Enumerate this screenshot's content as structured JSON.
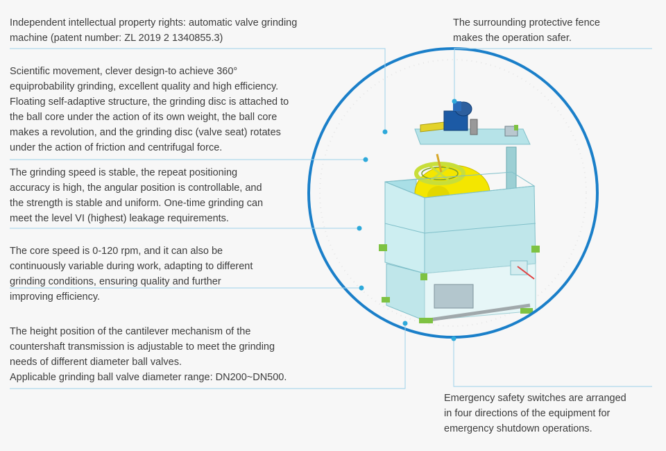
{
  "features": {
    "patent": "Independent intellectual property rights: automatic valve grinding\nmachine (patent number: ZL 2019 2 1340855.3)",
    "movement": "Scientific movement, clever design-to achieve 360°\nequiprobability grinding, excellent quality and high efficiency.\nFloating self-adaptive structure, the grinding disc is attached to\nthe ball core under the action of its own weight, the ball core\nmakes a revolution, and the grinding disc (valve seat) rotates\nunder the action of friction and centrifugal force.",
    "speed_stability": "The grinding speed is stable, the repeat positioning\naccuracy is high, the angular position is controllable, and\nthe strength is stable and uniform. One-time grinding can\nmeet the level VI (highest) leakage requirements.",
    "core_speed": "The core speed is 0-120 rpm, and it can also be\ncontinuously variable during work, adapting to different\ngrinding conditions, ensuring quality and further\nimproving efficiency.",
    "cantilever": "The height position of the cantilever mechanism of the\ncountershaft transmission is adjustable to meet the grinding\nneeds of different diameter ball valves.",
    "diameter_range": "Applicable grinding ball valve diameter range: DN200~DN500.",
    "fence": "The surrounding protective fence\nmakes the operation safer.",
    "safety_switches": "Emergency safety switches are arranged\nin four directions of the equipment for\nemergency shutdown operations."
  },
  "colors": {
    "circle": "#1a7fc9",
    "leader": "#9ed2ea",
    "dot": "#2ea9da",
    "fence": "#bfe6ea",
    "ball": "#f4e600",
    "green": "#7ec242",
    "motor": "#1c5aa5"
  }
}
